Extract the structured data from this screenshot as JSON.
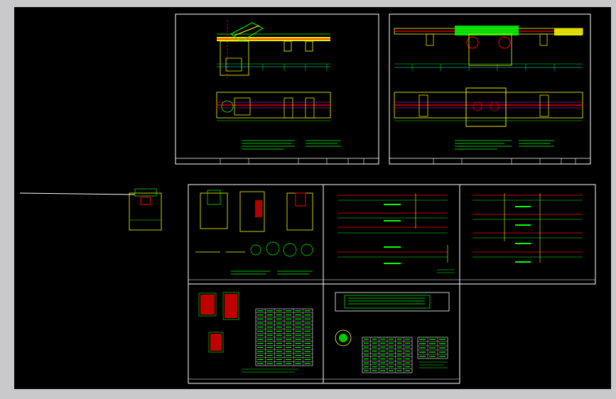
{
  "app": {
    "title": ""
  },
  "colors": {
    "background": "#000000",
    "frame": "#c9c9cc",
    "border": "#ffffff",
    "yellow": "#ffff00",
    "green": "#00ff00",
    "cyan": "#00ffff",
    "red": "#ff0000",
    "magenta": "#ff00ff",
    "blue": "#3344ff"
  },
  "sheets": [
    {
      "id": "sheet-1",
      "view": "section-and-plan"
    },
    {
      "id": "sheet-2",
      "view": "section-and-plan"
    },
    {
      "id": "sheet-3",
      "view": "detail-sections"
    },
    {
      "id": "sheet-4",
      "view": "reinforcement-elevation"
    },
    {
      "id": "sheet-5",
      "view": "reinforcement-elevation"
    },
    {
      "id": "sheet-6",
      "view": "rebar-schedule-table"
    },
    {
      "id": "sheet-7",
      "view": "rebar-schedule-table"
    }
  ]
}
